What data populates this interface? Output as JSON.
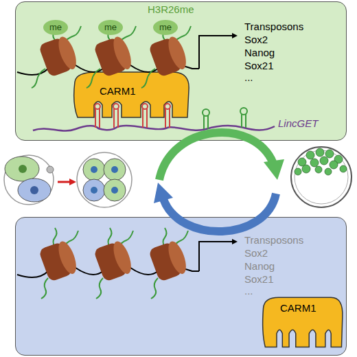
{
  "diagram": {
    "nodes": [
      {
        "text": [
          "H3R26me",
          "Transposons",
          "Sox2",
          "Nanog",
          "Sox21",
          "..."
        ]
      },
      {
        "text": [
          "me"
        ],
        "in": 0
      },
      {
        "text": [
          "me"
        ],
        "in": 0
      },
      {
        "text": [
          "me"
        ],
        "in": 0
      },
      {
        "text": [
          "CARM1"
        ],
        "in": 0
      },
      {
        "text": [
          "Transposons",
          "Sox2",
          "Nanog",
          "Sox21",
          "..."
        ]
      },
      {
        "text": [
          "CARM1"
        ],
        "in": 5
      }
    ],
    "labels": [
      "LincGET"
    ]
  }
}
